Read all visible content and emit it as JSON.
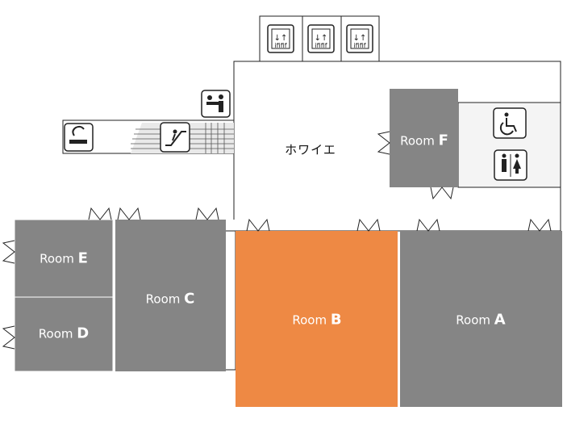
{
  "foyer_label": "ホワイエ",
  "room_word": "Room",
  "rooms": [
    {
      "id": "A",
      "letter": "A",
      "color": "#858585"
    },
    {
      "id": "B",
      "letter": "B",
      "color": "#ee8944"
    },
    {
      "id": "C",
      "letter": "C",
      "color": "#858585"
    },
    {
      "id": "D",
      "letter": "D",
      "color": "#858585"
    },
    {
      "id": "E",
      "letter": "E",
      "color": "#858585"
    },
    {
      "id": "F",
      "letter": "F",
      "color": "#858585"
    }
  ],
  "icons": [
    "elevator-icon",
    "elevator-icon",
    "elevator-icon",
    "reception-icon",
    "smoking-area-icon",
    "escalator-icon",
    "accessible-toilet-icon",
    "restroom-icon"
  ]
}
